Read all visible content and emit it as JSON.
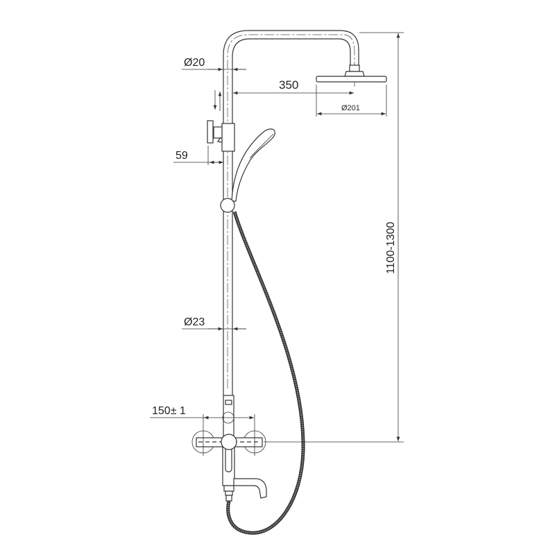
{
  "dimensions": {
    "pipe_top_diameter": "Ø20",
    "arm_length": "350",
    "head_diameter": "Ø201",
    "holder_offset": "59",
    "pipe_bottom_diameter": "Ø23",
    "mixer_spacing": "150± 1",
    "height_range": "1100-1300"
  }
}
